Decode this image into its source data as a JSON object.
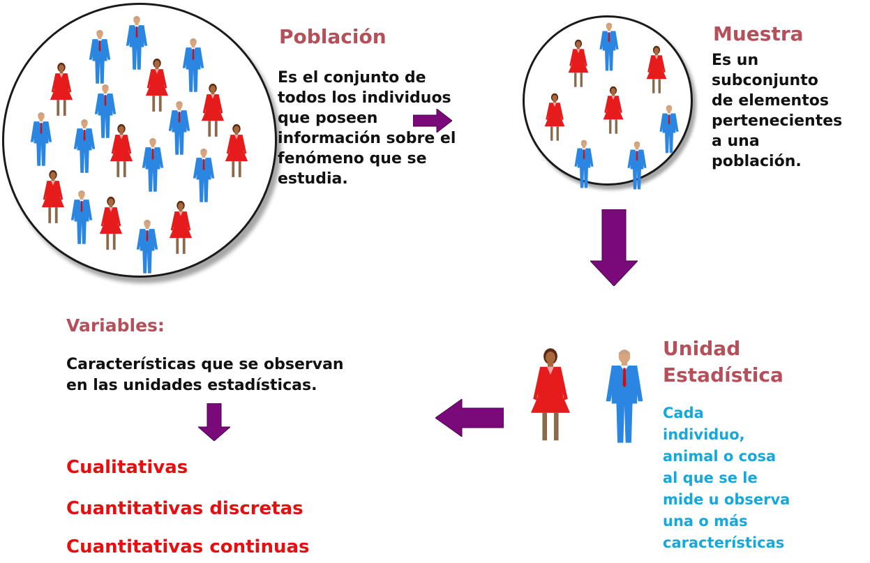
{
  "poblacion": {
    "title": "Población",
    "description_lines": [
      "Es el conjunto de",
      "todos los individuos",
      "que poseen",
      "información sobre el",
      "fenómeno que se",
      "estudia."
    ]
  },
  "muestra": {
    "title": "Muestra",
    "description_lines": [
      "Es un",
      "subconjunto",
      "de elementos",
      "pertenecientes",
      "a una",
      "población."
    ]
  },
  "unidad": {
    "title_lines": [
      "Unidad",
      "Estadística"
    ],
    "description_lines": [
      "Cada",
      "individuo,",
      "animal o cosa",
      "al que se le",
      "mide u observa",
      "una o más",
      "características"
    ]
  },
  "variables": {
    "title": "Variables:",
    "description_lines": [
      "Características que se observan",
      "en las unidades estadísticas."
    ],
    "types": [
      "Cualitativas",
      "Cuantitativas discretas",
      "Cuantitativas continuas"
    ]
  },
  "colors": {
    "heading": "#b5505a",
    "variable_types": "#e60e0e",
    "unidad_description": "#15a8dc",
    "arrow": "#7a0a7a",
    "woman": "#e61b1b",
    "man": "#2a86e0"
  },
  "icons": [
    "woman-figure-icon",
    "man-figure-icon",
    "arrow-right-icon",
    "arrow-down-icon",
    "arrow-left-icon"
  ]
}
